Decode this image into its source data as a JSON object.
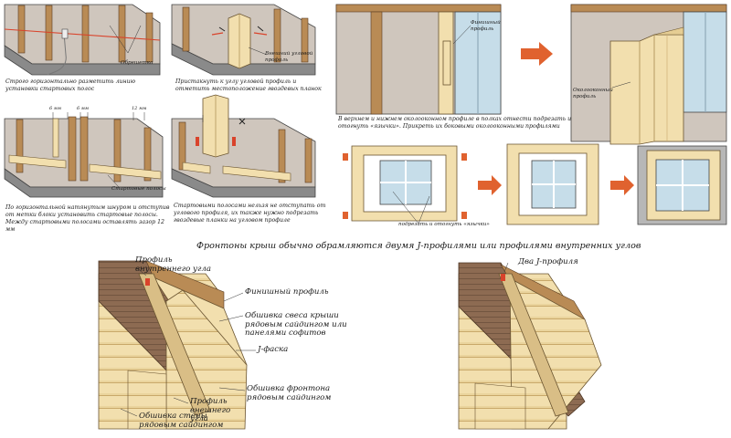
{
  "captions": {
    "cap1": "Строго горизонтально разметить линию установки стартовых полос",
    "cap2": "Пристакнуть к углу угловой профиль и отметить местоположение гвоздевых планок",
    "cap3": "По горизонтальной натянутым шнуром и отступив от метки блоки установить стартовые полосы. Между стартовыми полосами оставлять зазор 12 мм",
    "cap4": "Стартовыми полосами нельзя не отступать от углового профиля, их также нужно подрезать гвоздевые планки на угловом профиле",
    "cap5": "В верхнем и нижнем околооконном профиле в полках отнести подрезать и отогнуть «язычки». Прикреть их боковыми околооконными профилями"
  },
  "labels": {
    "obreshetka": "Обрешетка",
    "vneshniy_ugol": "Внешний угловой профиль",
    "startovye": "Стартовые полосы",
    "finishnyi_top": "Финишный профиль",
    "okolookonnyi": "Околооконный профиль",
    "yazychki": "подрезать и отогнуть «язычки»",
    "dim_6a": "6 мм",
    "dim_6b": "6 мм",
    "dim_12": "12 мм"
  },
  "section_title": "Фронтоны крыш обычно обрамляются двумя J-профилями или профилями внутренних углов",
  "gable_labels": {
    "vnutr_ugol": "Профиль внутреннего угла",
    "finishnyi": "Финишный профиль",
    "obshivka_svesa": "Обшивка свеса крыши рядовым сайдингом или панелями софитов",
    "j_faska": "J-фаска",
    "obshivka_frontona": "Обшивка фронтона рядовым сайдингом",
    "vneshniy_ugol": "Профиль внешнего угла",
    "obshivka_steny": "Обшивка стены рядовым сайдингом",
    "dva_j": "Два J-профиля"
  },
  "colors": {
    "siding": "#f2dfae",
    "siding_line": "#c9a96a",
    "trim": "#d9be86",
    "wood": "#b98b55",
    "wall": "#cfc6bd",
    "base": "#8a8a8a",
    "roof": "#8d6b52",
    "glass": "#c6dde9",
    "arrow": "#e0622f",
    "marker": "#d9432b"
  }
}
